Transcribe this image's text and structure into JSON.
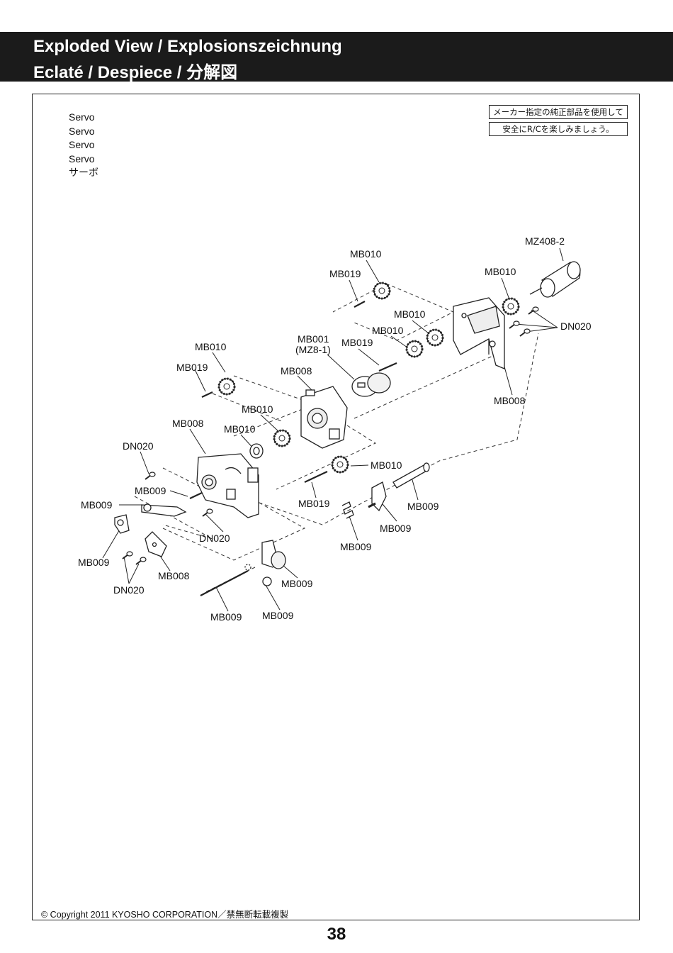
{
  "header": {
    "line1": "Exploded View  /  Explosionszeichnung",
    "line2": "Eclaté  /  Despiece  /  分解図"
  },
  "servo_labels": [
    "Servo",
    "Servo",
    "Servo",
    "Servo",
    "サーボ"
  ],
  "notice": {
    "line1": "メーカー指定の純正部品を使用して",
    "line2": "安全にR/Cを楽しみましょう。"
  },
  "part_labels": [
    "MZ408-2",
    "MB010",
    "MB019",
    "MB010",
    "DN020",
    "MB010",
    "MB010",
    "MB001",
    "(MZ8-1)",
    "MB019",
    "MB008",
    "MB010",
    "MB019",
    "MB008",
    "MB010",
    "MB008",
    "MB010",
    "DN020",
    "MB010",
    "MB009",
    "MB009",
    "MB019",
    "MB009",
    "MB009",
    "DN020",
    "MB009",
    "MB009",
    "MB008",
    "DN020",
    "MB009",
    "MB009",
    "MB009"
  ],
  "footer": {
    "copyright": "© Copyright 2011 KYOSHO CORPORATION／禁無断転載複製",
    "page_number": "38"
  }
}
